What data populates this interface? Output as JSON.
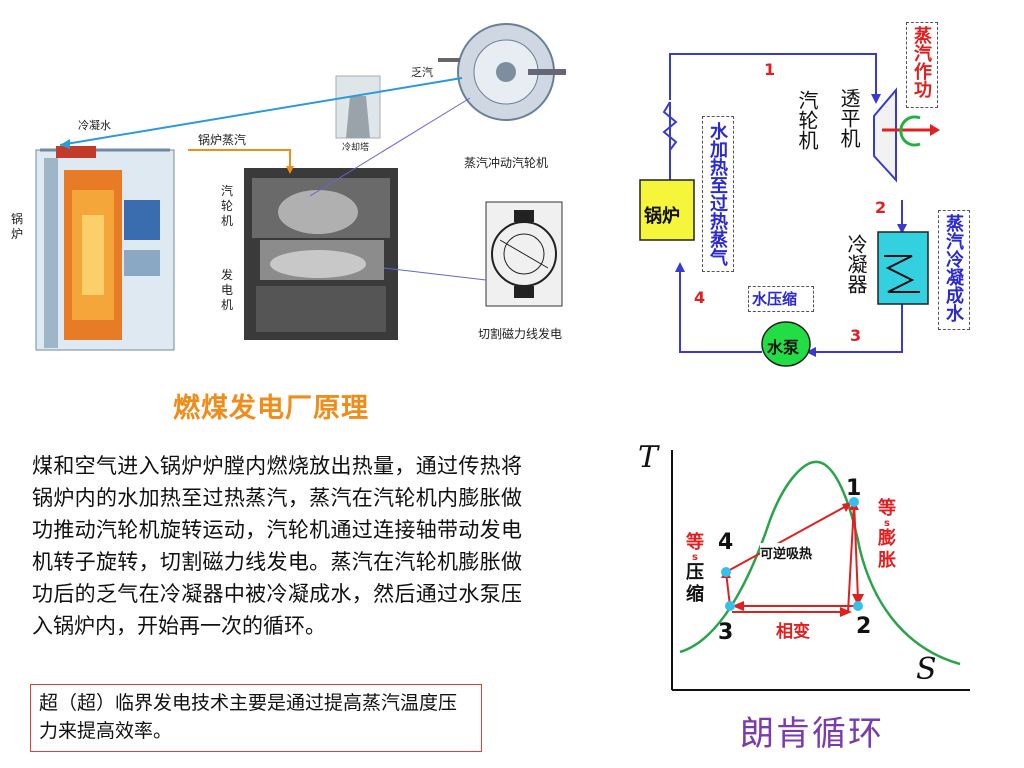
{
  "plant": {
    "exhaust_steam": "乏汽",
    "condensate": "冷凝水",
    "boiler_steam": "锅炉蒸汽",
    "cooling_tower": "冷却塔",
    "turbine_type": "蒸汽冲动汽轮机",
    "boiler": "锅炉",
    "turbine": "汽轮机",
    "generator": "发电机",
    "generator_principle": "切割磁力线发电",
    "title": "燃煤发电厂原理"
  },
  "description": "煤和空气进入锅炉炉膛内燃烧放出热量，通过传热将锅炉内的水加热至过热蒸汽，蒸汽在汽轮机内膨胀做功推动汽轮机旋转运动，汽轮机通过连接轴带动发电机转子旋转，切割磁力线发电。蒸汽在汽轮机膨胀做功后的乏气在冷凝器中被冷凝成水，然后通过水泵压入锅炉内，开始再一次的循环。",
  "note": "超（超）临界发电技术主要是通过提高蒸汽温度压力来提高效率。",
  "cycle": {
    "boiler": "锅炉",
    "turbine_label": "汽轮机",
    "turbine": "透平机",
    "condenser": "冷凝器",
    "pump": "水泵",
    "step_heat": "水加热至过热蒸气",
    "step_work": "蒸汽作功",
    "step_condense": "蒸汽冷凝成水",
    "step_compress": "水压缩",
    "n1": "1",
    "n2": "2",
    "n3": "3",
    "n4": "4"
  },
  "ts": {
    "t_axis": "T",
    "s_axis": "S",
    "p1": "1",
    "p2": "2",
    "p3": "3",
    "p4": "4",
    "heat_absorb": "可逆吸热",
    "phase_change": "相变",
    "iso_expand_a": "等",
    "iso_expand_s": "s",
    "iso_expand_b": "膨胀",
    "iso_compress_a": "等",
    "iso_compress_s": "s",
    "iso_compress_b": "压缩"
  },
  "rankine_title": "朗肯循环",
  "colors": {
    "title_orange": "#f08c1a",
    "cycle_blue": "#3a3ad0",
    "red": "#e02020",
    "rankine_purple": "#7a3ab0",
    "green_curve": "#2aa34a"
  }
}
